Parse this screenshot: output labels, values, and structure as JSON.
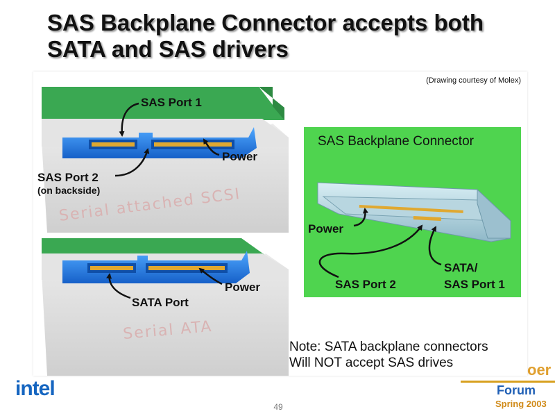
{
  "title_lines": [
    "SAS Backplane Connector accepts both",
    "SATA and SAS drivers"
  ],
  "courtesy": "(Drawing courtesy of Molex)",
  "left_figure": {
    "sas_drive": {
      "drive_text": "Serial attached SCSI",
      "label_port1": "SAS Port 1",
      "label_power": "Power",
      "label_port2": "SAS Port 2",
      "label_port2_note": "(on backside)"
    },
    "sata_drive": {
      "drive_text": "Serial ATA",
      "label_power": "Power",
      "label_port": "SATA Port"
    }
  },
  "right_figure": {
    "title": "SAS Backplane  Connector",
    "label_power": "Power",
    "label_sas_port2": "SAS Port 2",
    "label_sata_line1": "SATA/",
    "label_sata_line2": "SAS Port 1"
  },
  "note_lines": [
    "Note: SATA backplane connectors",
    "Will NOT accept SAS drives"
  ],
  "footer": {
    "logo": "intel",
    "page_number": "49",
    "badge_top": "oer",
    "badge_forum": "Forum",
    "badge_season": "Spring 2003"
  },
  "colors": {
    "pcb_green": "#3aa852",
    "connector_green": "#4fd44f",
    "connector_blue": "#1f7fe0",
    "pin_gold": "#e0a830",
    "drive_gray": "#dcdcdc"
  }
}
